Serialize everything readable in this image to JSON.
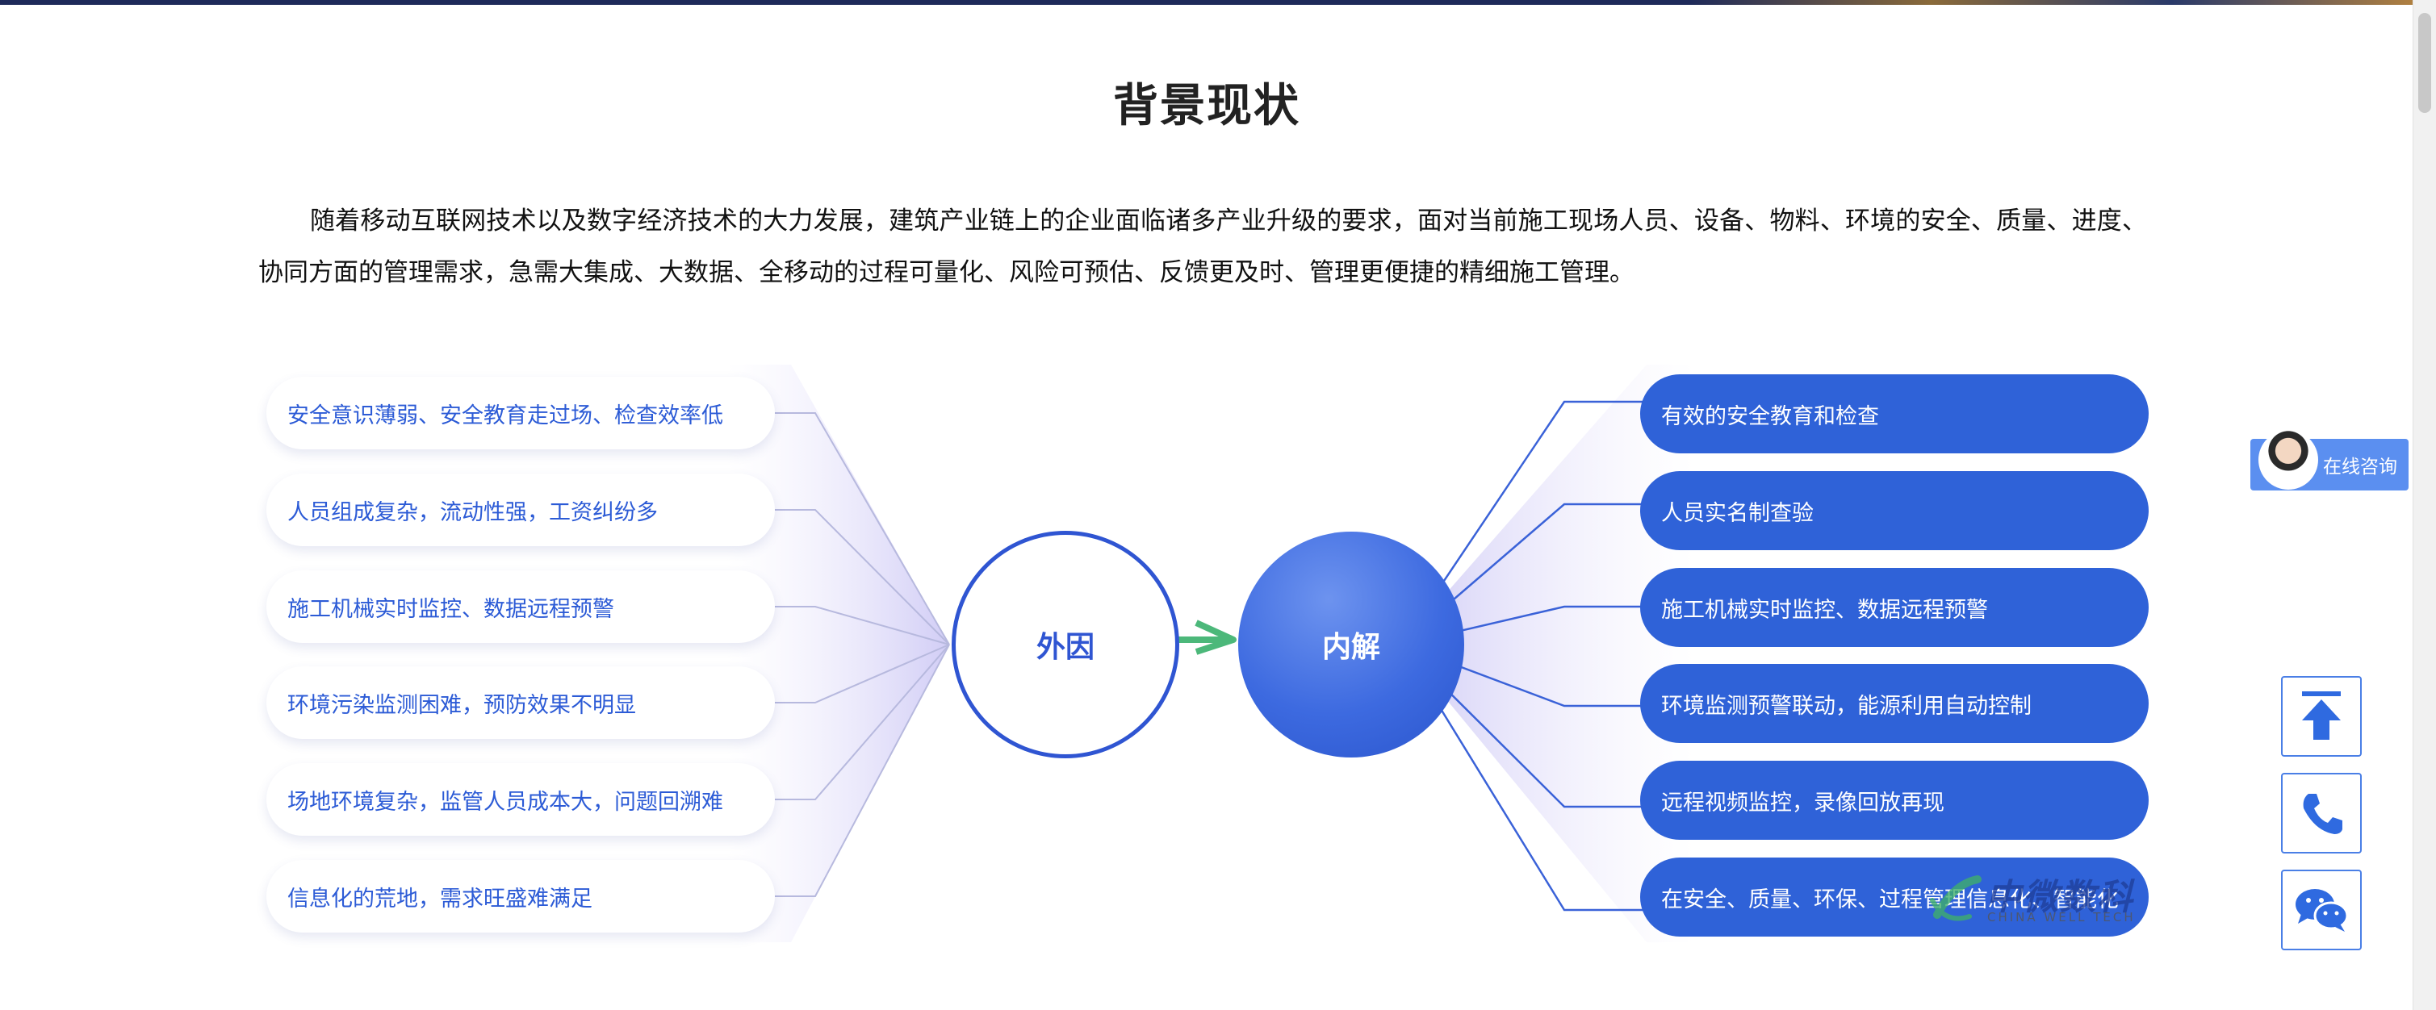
{
  "page": {
    "title": "背景现状",
    "intro": "随着移动互联网技术以及数字经济技术的大力发展，建筑产业链上的企业面临诸多产业升级的要求，面对当前施工现场人员、设备、物料、环境的安全、质量、进度、协同方面的管理需求，急需大集成、大数据、全移动的过程可量化、风险可预估、反馈更及时、管理更便捷的精细施工管理。"
  },
  "diagram": {
    "outer_label": "外因",
    "inner_label": "内解",
    "problems": [
      "安全意识薄弱、安全教育走过场、检查效率低",
      "人员组成复杂，流动性强，工资纠纷多",
      "施工机械实时监控、数据远程预警",
      "环境污染监测困难，预防效果不明显",
      "场地环境复杂，监管人员成本大，问题回溯难",
      "信息化的荒地，需求旺盛难满足"
    ],
    "solutions": [
      "有效的安全教育和检查",
      "人员实名制查验",
      "施工机械实时监控、数据远程预警",
      "环境监测预警联动，能源利用自动控制",
      "远程视频监控，录像回放再现",
      "在安全、质量、环保、过程管理信息化、智能化"
    ],
    "colors": {
      "primary": "#2f62d8",
      "arrow": "#4cb87a",
      "problem_text": "#2c5bd6"
    }
  },
  "sidebar": {
    "consult_label": "在线咨询",
    "buttons": [
      "back-to-top-icon",
      "phone-icon",
      "wechat-icon"
    ]
  },
  "logo": {
    "name_cn": "中微数科",
    "name_en": "CHINA WELL TECH"
  }
}
